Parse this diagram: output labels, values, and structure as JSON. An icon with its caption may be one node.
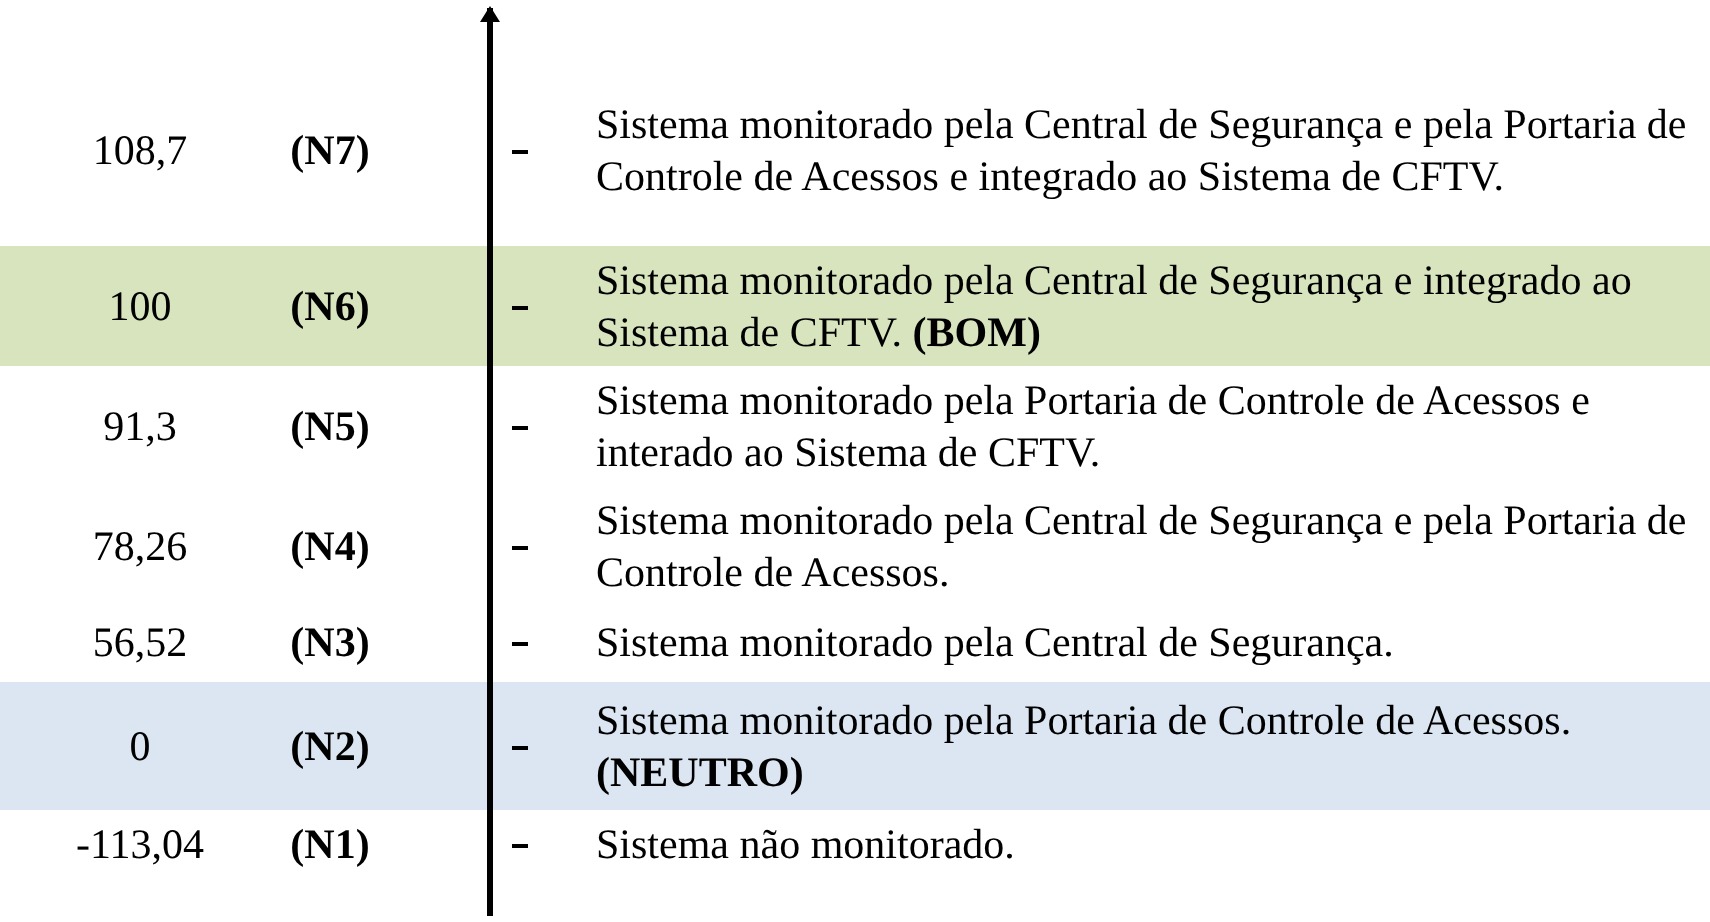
{
  "diagram": {
    "labels": [
      "108,7",
      "(N7)",
      "Sistema monitorado pela Central de Segurança e pela Portaria de Controle de Acessos e integrado ao Sistema de CFTV.",
      "100",
      "(N6)",
      "Sistema monitorado pela Central de Segurança e integrado ao Sistema de CFTV. **(BOM)**",
      "91,3",
      "(N5)",
      "Sistema monitorado pela Portaria de Controle de Acessos e interado ao Sistema de CFTV.",
      "78,26",
      "(N4)",
      "Sistema monitorado pela Central de Segurança e pela Portaria de Controle de Acessos.",
      "56,52",
      "(N3)",
      "Sistema monitorado pela Central de Segurança.",
      "0",
      "(N2)",
      "Sistema monitorado pela Portaria de Controle de Acessos. **(NEUTRO)**",
      "-113,04",
      "(N1)",
      "Sistema não monitorado."
    ]
  }
}
